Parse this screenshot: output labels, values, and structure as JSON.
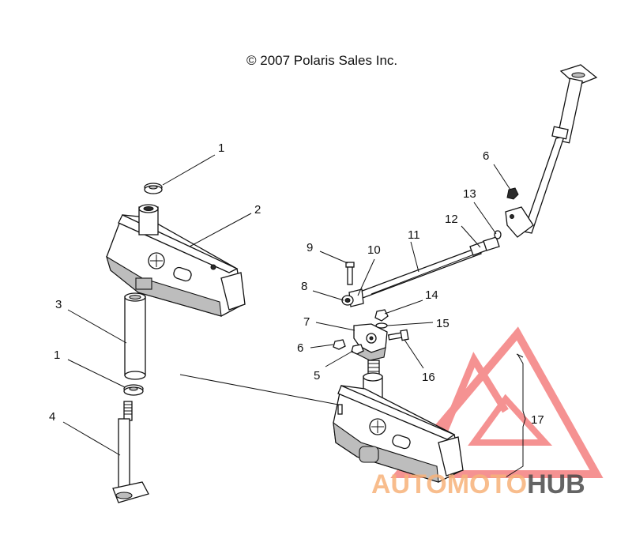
{
  "copyright": "© 2007 Polaris Sales Inc.",
  "callouts": [
    "1",
    "2",
    "3",
    "1",
    "4",
    "6",
    "13",
    "12",
    "11",
    "9",
    "10",
    "8",
    "14",
    "7",
    "15",
    "6",
    "5",
    "16",
    "17"
  ],
  "watermark": {
    "part1": "AUTOMOTO",
    "part2": "HUB",
    "color_light": "#f7b27a",
    "color_red": "#ee3a3a",
    "color_dark": "#4a4a4a"
  }
}
